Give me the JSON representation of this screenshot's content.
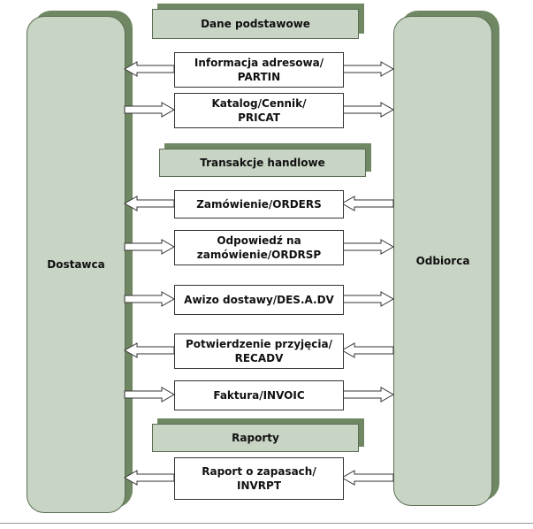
{
  "parties": {
    "left": "Dostawca",
    "right": "Odbiorca"
  },
  "sections": [
    {
      "label": "Dane podstawowe"
    },
    {
      "label": "Transakcje handlowe"
    },
    {
      "label": "Raporty"
    }
  ],
  "messages": [
    {
      "label": "Informacja adresowa/\nPARTIN",
      "direction": "both"
    },
    {
      "label": "Katalog/Cennik/\nPRICAT",
      "direction": "right"
    },
    {
      "label": "Zamówienie/ORDERS",
      "direction": "left"
    },
    {
      "label": "Odpowiedź na\nzamówienie/ORDRSP",
      "direction": "right"
    },
    {
      "label": "Awizo dostawy/DES.A.DV",
      "direction": "right"
    },
    {
      "label": "Potwierdzenie przyjęcia/\nRECADV",
      "direction": "left"
    },
    {
      "label": "Faktura/INVOIC",
      "direction": "right"
    },
    {
      "label": "Raport o zapasach/\nINVRPT",
      "direction": "left"
    }
  ]
}
